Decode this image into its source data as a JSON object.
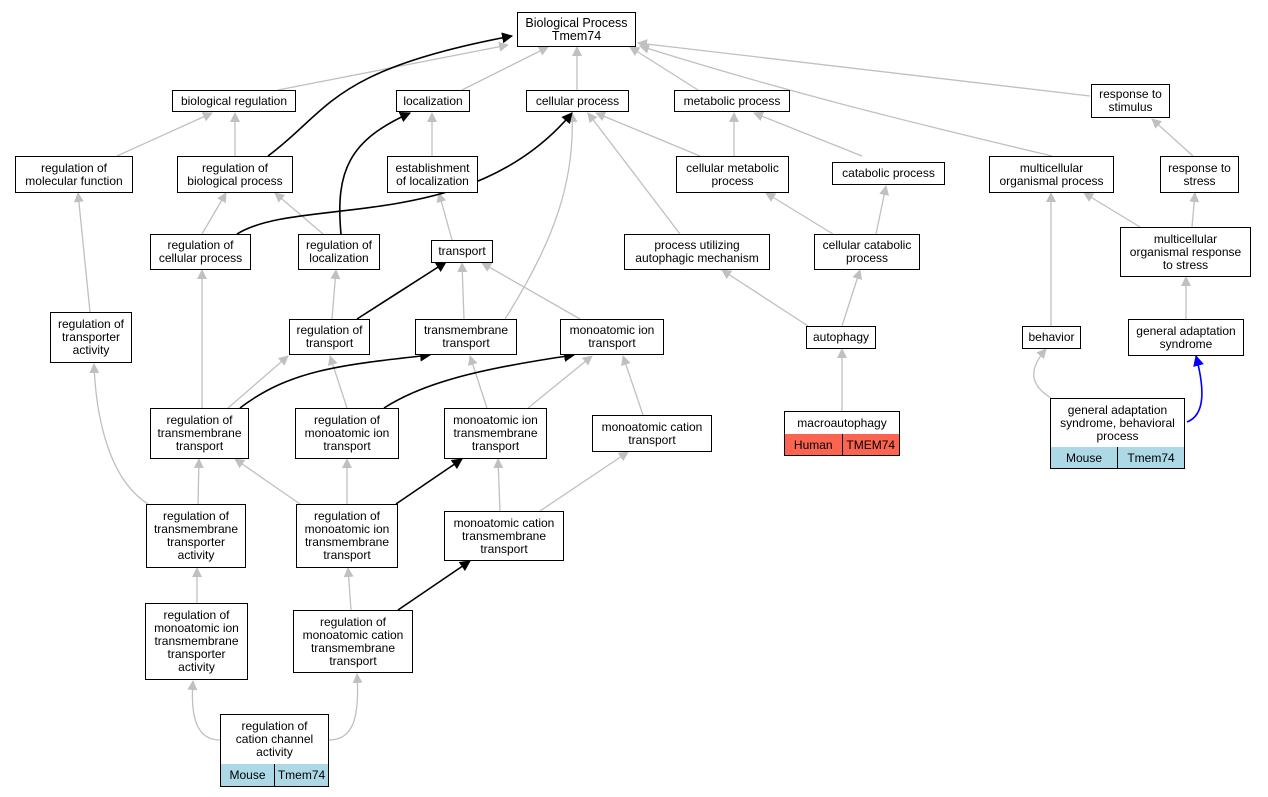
{
  "nodes": {
    "bp_root": "Biological Process\nTmem74",
    "bio_reg": "biological regulation",
    "localization": "localization",
    "cellular_process": "cellular process",
    "metabolic_process": "metabolic process",
    "response_stimulus": "response to\nstimulus",
    "reg_mol_func": "regulation of\nmolecular function",
    "reg_bio_proc": "regulation of\nbiological process",
    "estab_loc": "establishment\nof localization",
    "cell_metabolic": "cellular metabolic\nprocess",
    "catabolic": "catabolic process",
    "multicell_org": "multicellular\norganismal process",
    "response_stress": "response to\nstress",
    "reg_cell_proc": "regulation of\ncellular process",
    "reg_loc": "regulation of\nlocalization",
    "transport": "transport",
    "autophagic_mech": "process utilizing\nautophagic mechanism",
    "cell_catabolic": "cellular catabolic\nprocess",
    "multicell_stress": "multicellular\norganismal response\nto stress",
    "reg_transporter": "regulation of\ntransporter\nactivity",
    "reg_transport": "regulation of\ntransport",
    "tm_transport": "transmembrane\ntransport",
    "mono_ion_transport": "monoatomic ion\ntransport",
    "autophagy": "autophagy",
    "behavior": "behavior",
    "gen_adapt": "general adaptation\nsyndrome",
    "reg_tm_transport": "regulation of\ntransmembrane\ntransport",
    "reg_mono_ion_transport": "regulation of\nmonoatomic ion\ntransport",
    "mono_ion_tm_transport": "monoatomic ion\ntransmembrane\ntransport",
    "mono_cation_transport": "monoatomic cation\ntransport",
    "macroautophagy": "macroautophagy",
    "gen_adapt_behav": "general adaptation\nsyndrome, behavioral\nprocess",
    "reg_tm_transporter_act": "regulation of\ntransmembrane\ntransporter\nactivity",
    "reg_mono_ion_tm_transport": "regulation of\nmonoatomic ion\ntransmembrane\ntransport",
    "mono_cation_tm_transport": "monoatomic cation\ntransmembrane\ntransport",
    "reg_mono_ion_tm_transporter_act": "regulation of\nmonoatomic ion\ntransmembrane\ntransporter\nactivity",
    "reg_mono_cation_tm_transport": "regulation of\nmonoatomic cation\ntransmembrane\ntransport",
    "reg_cation_channel": "regulation of\ncation channel\nactivity"
  },
  "annotations": {
    "macroautophagy": {
      "species": "Human",
      "gene": "TMEM74",
      "color": "#fa6450"
    },
    "gen_adapt_behav": {
      "species": "Mouse",
      "gene": "Tmem74",
      "color": "#add8e6"
    },
    "reg_cation_channel": {
      "species": "Mouse",
      "gene": "Tmem74",
      "color": "#add8e6"
    }
  },
  "edge_colors": {
    "default": "#c0c0c0",
    "highlight": "#000000",
    "blue": "#0000ff"
  }
}
